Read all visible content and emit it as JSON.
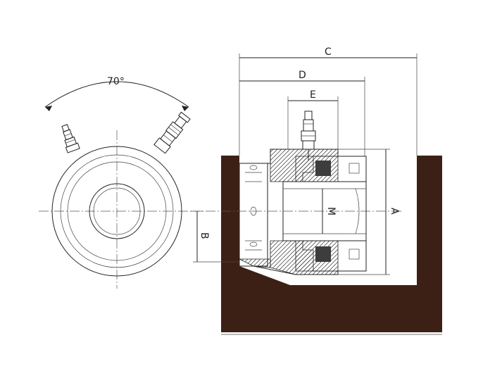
{
  "angle_label": "70°",
  "dimensions": {
    "c": "C",
    "d": "D",
    "e": "E",
    "a": "A",
    "b": "B",
    "m": "M"
  },
  "colors": {
    "foundation": "#3d2015",
    "hatch": "#c08a55",
    "line": "#222222"
  }
}
